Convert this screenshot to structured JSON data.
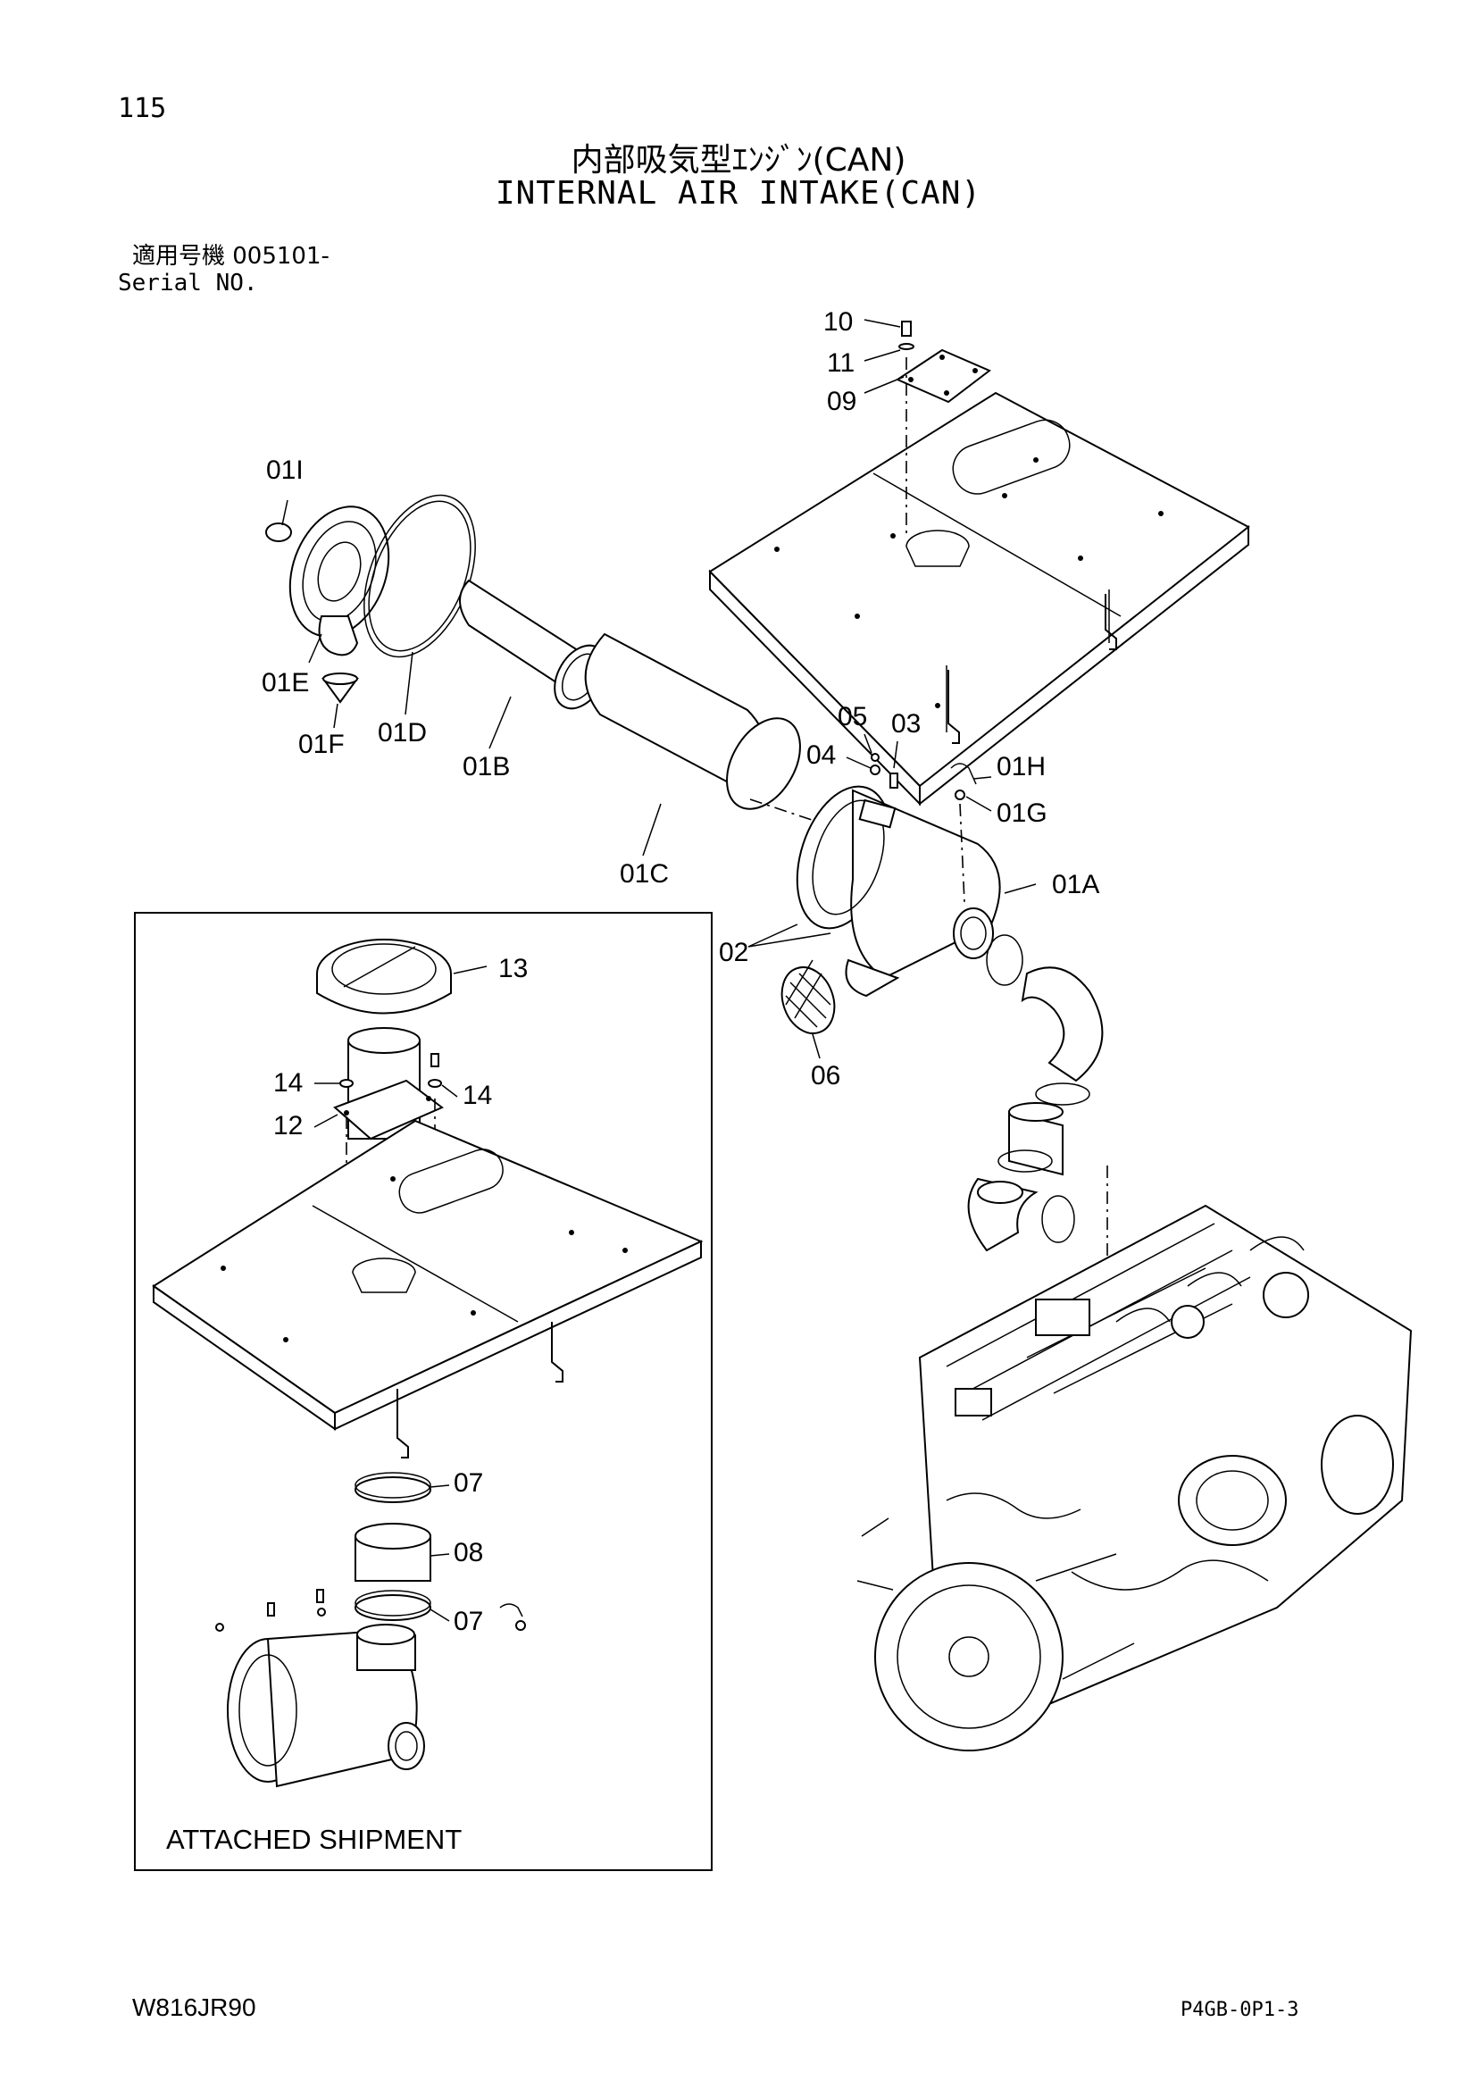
{
  "header": {
    "page_number": "115",
    "title_jp": "内部吸気型ｴﾝｼﾞﾝ(CAN)",
    "title_en": "INTERNAL AIR INTAKE(CAN)",
    "serial_jp": "適用号機 005101-",
    "serial_en": "Serial NO."
  },
  "callouts": {
    "p10": "10",
    "p11": "11",
    "p09": "09",
    "p01I": "01I",
    "p01E": "01E",
    "p01F": "01F",
    "p01D": "01D",
    "p01B": "01B",
    "p01C": "01C",
    "p05": "05",
    "p03": "03",
    "p04": "04",
    "p01H": "01H",
    "p01G": "01G",
    "p01A": "01A",
    "p02": "02",
    "p06": "06",
    "p13": "13",
    "p14a": "14",
    "p14b": "14",
    "p12": "12",
    "p07a": "07",
    "p08": "08",
    "p07b": "07"
  },
  "attached_box": {
    "label": "ATTACHED SHIPMENT"
  },
  "footer": {
    "doc_code": "W816JR90",
    "ref_code": "P4GB-0P1-3"
  }
}
